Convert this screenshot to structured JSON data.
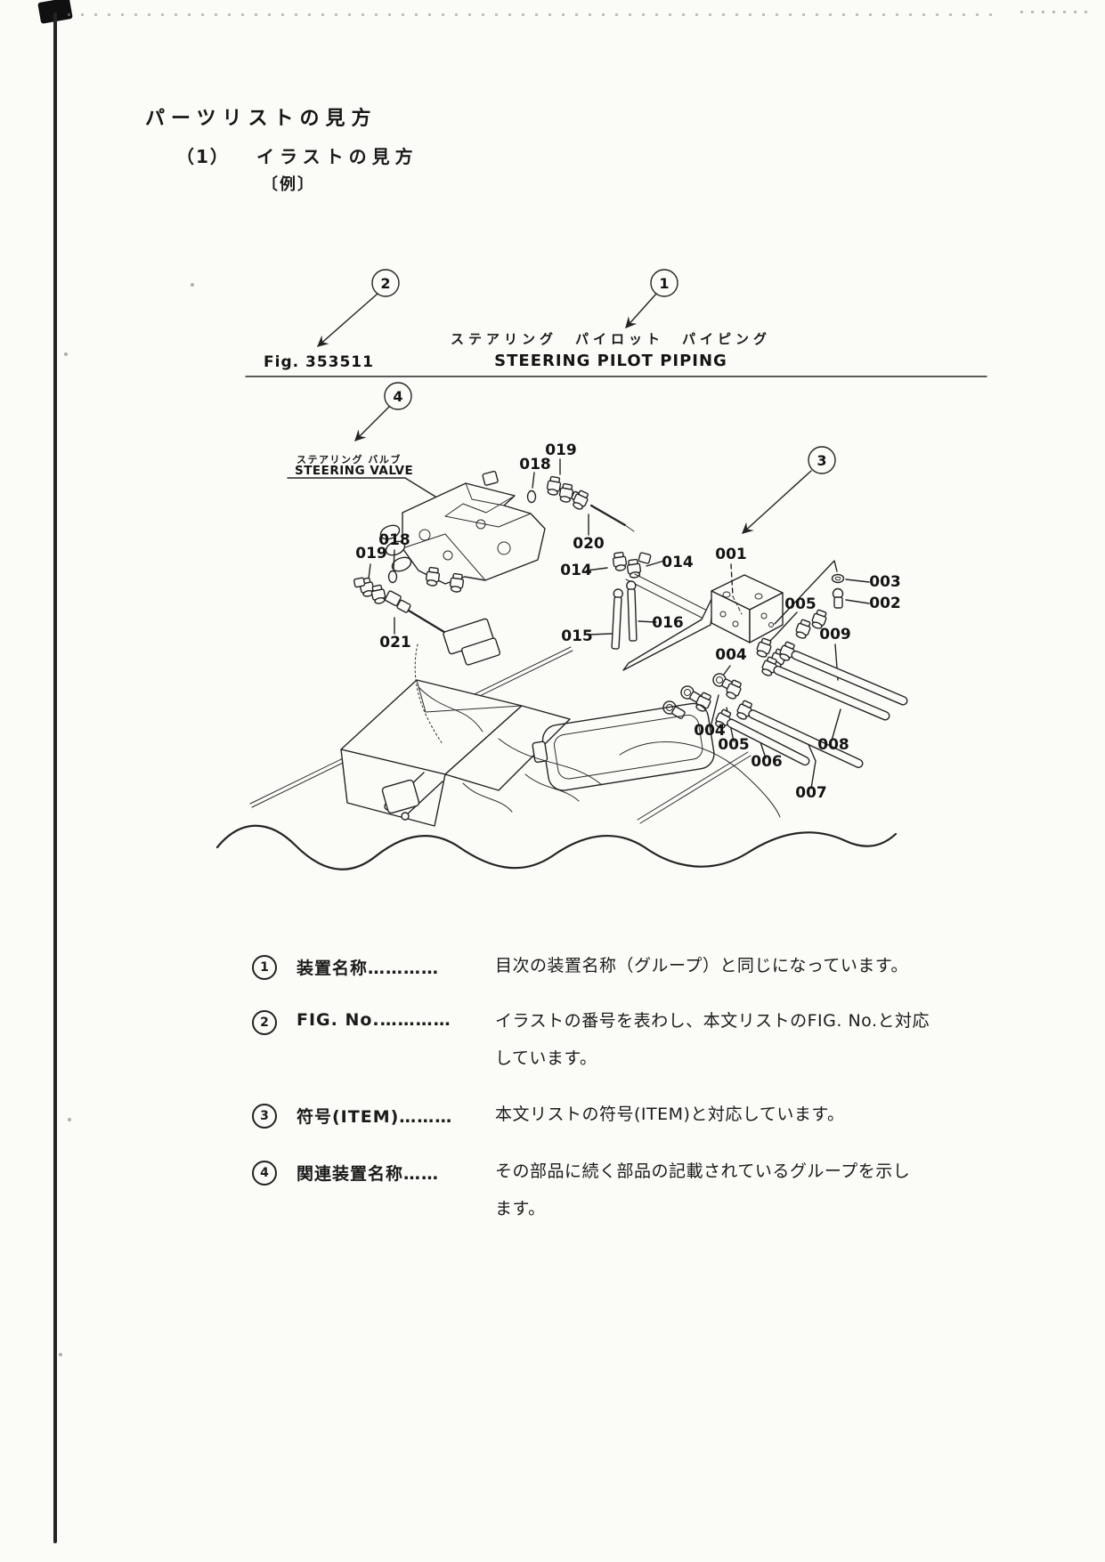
{
  "page": {
    "heading": "パーツリストの見方",
    "subheading_num": "（1）",
    "subheading": "イラストの見方",
    "example_note": "〔例〕"
  },
  "figure": {
    "fig_no": "Fig. 353511",
    "title_jp": "ステアリング　パイロット　パイピング",
    "title_en": "STEERING PILOT PIPING",
    "valve_label_jp": "ステアリング バルブ",
    "valve_label_en": "STEERING VALVE",
    "callouts": [
      {
        "num": "2"
      },
      {
        "num": "1"
      },
      {
        "num": "3"
      },
      {
        "num": "4"
      }
    ],
    "part_labels": [
      {
        "text": "019"
      },
      {
        "text": "018"
      },
      {
        "text": "021"
      },
      {
        "text": "019"
      },
      {
        "text": "018"
      },
      {
        "text": "020"
      },
      {
        "text": "014"
      },
      {
        "text": "014"
      },
      {
        "text": "001"
      },
      {
        "text": "015"
      },
      {
        "text": "016"
      },
      {
        "text": "003"
      },
      {
        "text": "002"
      },
      {
        "text": "005"
      },
      {
        "text": "009"
      },
      {
        "text": "004"
      },
      {
        "text": "004"
      },
      {
        "text": "005"
      },
      {
        "text": "006"
      },
      {
        "text": "008"
      },
      {
        "text": "007"
      }
    ]
  },
  "legend": {
    "items": [
      {
        "num": "1",
        "label": "装置名称…………",
        "desc0": "目次の装置名称（グループ）と同じになっています。",
        "desc1": ""
      },
      {
        "num": "2",
        "label": "FIG. No.…………",
        "desc0": "イラストの番号を表わし、本文リストのFIG. No.と対応",
        "desc1": "しています。"
      },
      {
        "num": "3",
        "label": "符号(ITEM)………",
        "desc0": "本文リストの符号(ITEM)と対応しています。",
        "desc1": ""
      },
      {
        "num": "4",
        "label": "関連装置名称……",
        "desc0": "その部品に続く部品の記載されているグループを示し",
        "desc1": "ます。"
      }
    ]
  }
}
